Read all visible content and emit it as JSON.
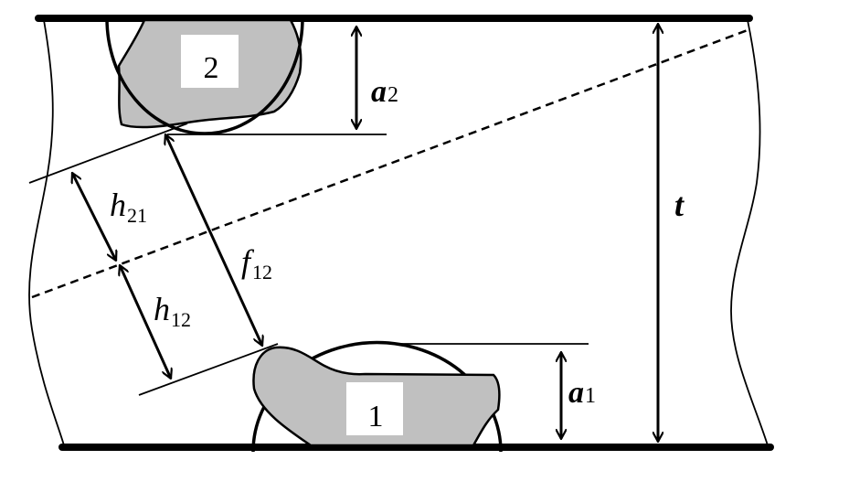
{
  "labels": {
    "defect_2_number": "2",
    "defect_1_number": "1",
    "a2_base": "a",
    "a2_sub": "2",
    "a1_base": "a",
    "a1_sub": "1",
    "t": "t",
    "h21_base": "h",
    "h21_sub": "21",
    "h12_base": "h",
    "h12_sub": "12",
    "f12_base": "f",
    "f12_sub": "12"
  },
  "colors": {
    "stroke": "#000000",
    "defect_fill": "#c0c0c0",
    "label_box": "#ffffff"
  }
}
